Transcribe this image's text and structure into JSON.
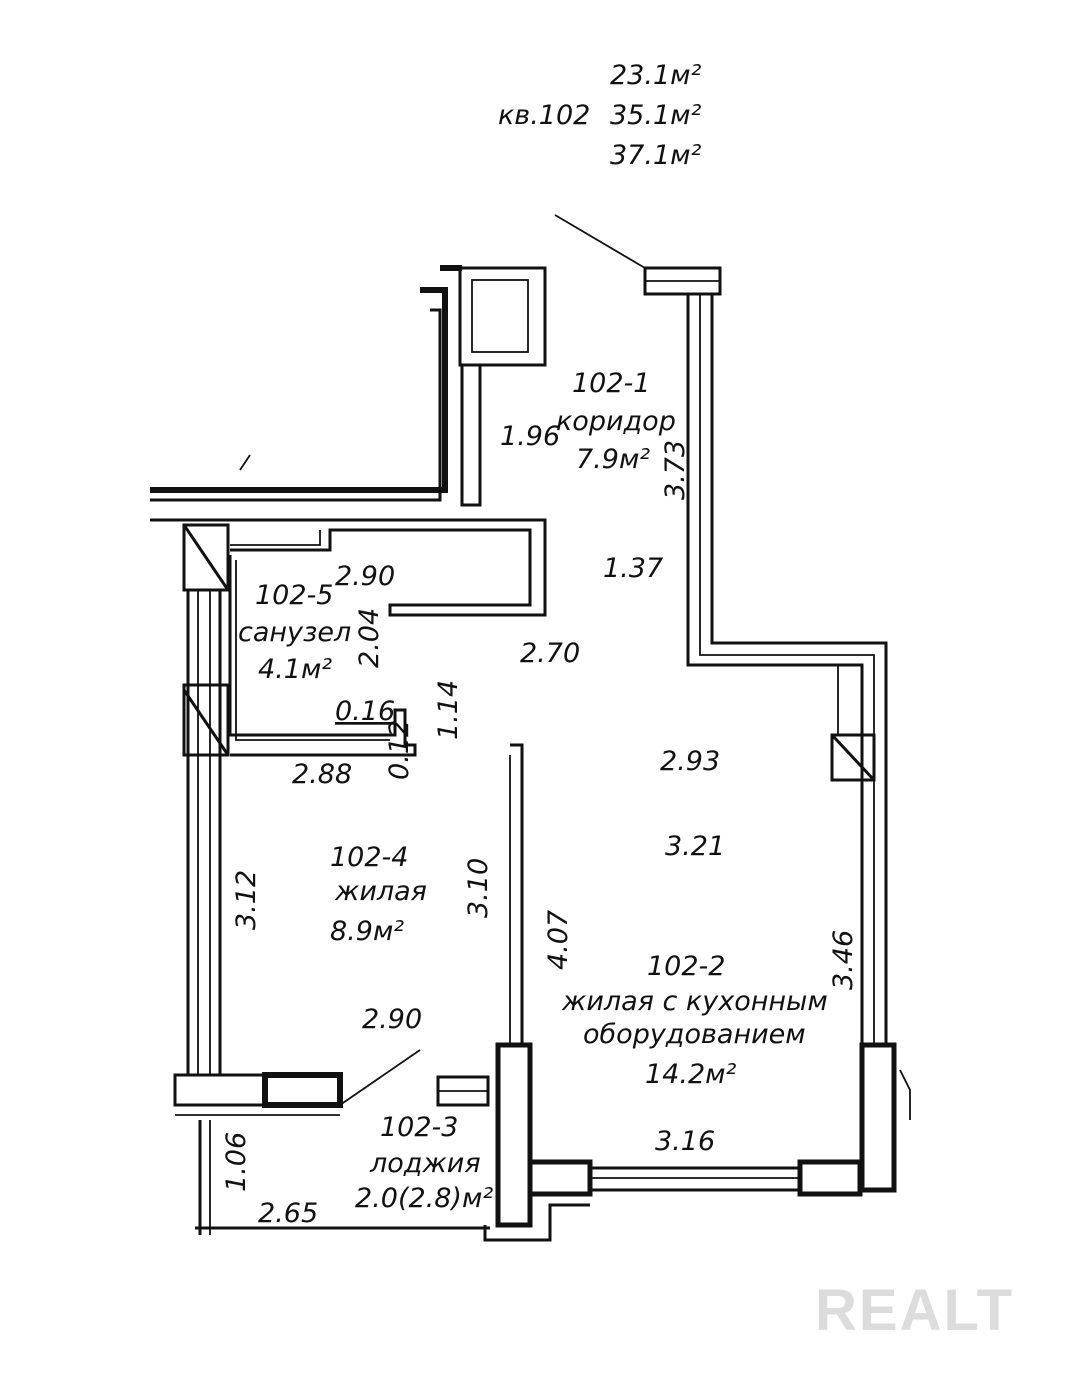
{
  "apartment": {
    "label": "кв.102",
    "areas": [
      "23.1м²",
      "35.1м²",
      "37.1м²"
    ]
  },
  "rooms": [
    {
      "id": "102-1",
      "name": "коридор",
      "area": "7.9м²"
    },
    {
      "id": "102-2",
      "name_line1": "жилая с кухонным",
      "name_line2": "оборудованием",
      "area": "14.2м²"
    },
    {
      "id": "102-3",
      "name": "лоджия",
      "area": "2.0(2.8)м²"
    },
    {
      "id": "102-4",
      "name": "жилая",
      "area": "8.9м²"
    },
    {
      "id": "102-5",
      "name": "санузел",
      "area": "4.1м²"
    }
  ],
  "dimensions": {
    "corridor_width": "1.96",
    "corridor_length": "3.73",
    "hall_1": "1.37",
    "hall_2": "2.70",
    "hall_3": "1.14",
    "bath_width": "2.90",
    "bath_height": "2.04",
    "bath_notch": "0.16",
    "bath_wall": "0.12",
    "room4_top": "2.88",
    "room4_left": "3.12",
    "room4_right": "3.10",
    "room4_bottom": "2.90",
    "room2_top": "2.93",
    "room2_mid": "3.21",
    "room2_left": "4.07",
    "room2_right": "3.46",
    "room2_bottom": "3.16",
    "loggia_height": "1.06",
    "loggia_width": "2.65"
  },
  "watermark": "REALT"
}
